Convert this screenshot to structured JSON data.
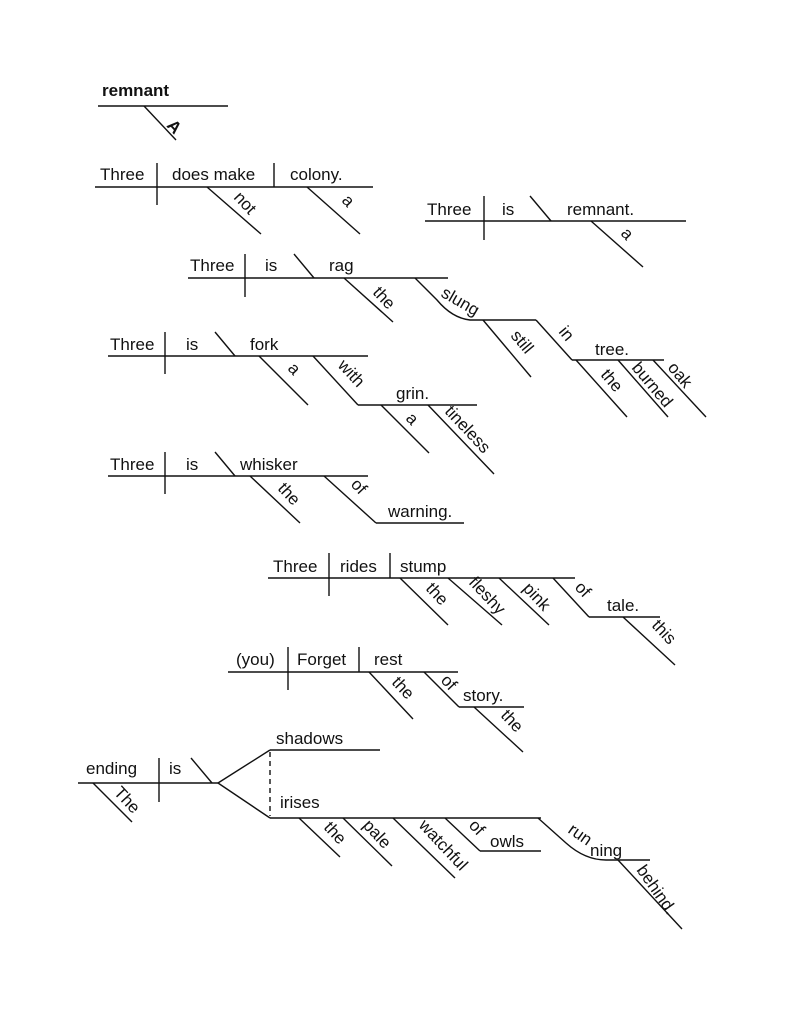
{
  "diagrams": {
    "d0": {
      "subject": "remnant",
      "modifier": "A"
    },
    "d1": {
      "subject": "Three",
      "verb": "does make",
      "object": "colony.",
      "mod_not": "not",
      "mod_a": "a"
    },
    "d2": {
      "subject": "Three",
      "verb": "is",
      "complement": "remnant.",
      "mod_a": "a"
    },
    "d3": {
      "subject": "Three",
      "verb": "is",
      "complement": "rag",
      "mod_the": "the",
      "participle": "slung",
      "adverb": "still",
      "prep": "in",
      "prep_obj": "tree.",
      "mod_the2": "the",
      "mod_burned": "burned",
      "mod_oak": "oak"
    },
    "d4": {
      "subject": "Three",
      "verb": "is",
      "complement": "fork",
      "mod_a": "a",
      "prep": "with",
      "prep_obj": "grin.",
      "mod_a2": "a",
      "mod_tineless": "tineless"
    },
    "d5": {
      "subject": "Three",
      "verb": "is",
      "complement": "whisker",
      "mod_the": "the",
      "prep": "of",
      "prep_obj": "warning."
    },
    "d6": {
      "subject": "Three",
      "verb": "rides",
      "object": "stump",
      "mod_the": "the",
      "mod_fleshy": "fleshy",
      "mod_pink": "pink",
      "prep": "of",
      "prep_obj": "tale.",
      "mod_this": "this"
    },
    "d7": {
      "subject": "(you)",
      "verb": "Forget",
      "object": "rest",
      "mod_the": "the",
      "prep": "of",
      "prep_obj": "story.",
      "mod_the2": "the"
    },
    "d8": {
      "subject": "ending",
      "subject_mod": "The",
      "verb": "is",
      "compound1": "shadows",
      "compound2": "irises",
      "mod_the": "the",
      "mod_pale": "pale",
      "mod_watchful": "watchful",
      "prep": "of",
      "prep_obj": "owls",
      "participle_a": "run",
      "participle_b": "ning",
      "adverb": "behind."
    }
  }
}
